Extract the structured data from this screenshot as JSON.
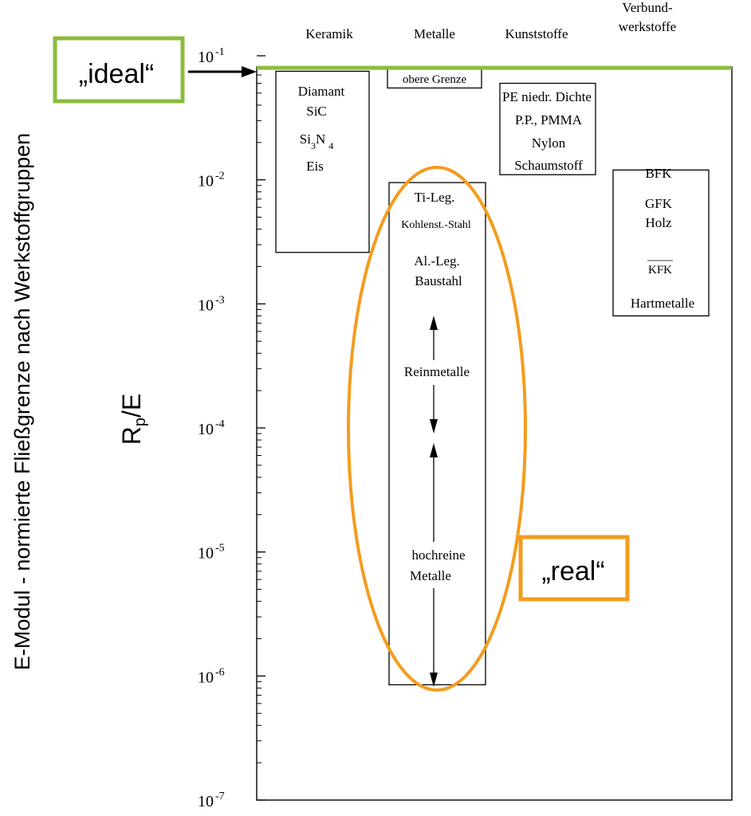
{
  "chart_data": {
    "type": "range-bar",
    "yscale": "log",
    "ylim": [
      1e-07,
      0.1
    ],
    "yticks": [
      {
        "value": 0.1,
        "base": "10",
        "exp": "-1"
      },
      {
        "value": 0.01,
        "base": "10",
        "exp": "-2"
      },
      {
        "value": 0.001,
        "base": "10",
        "exp": "-3"
      },
      {
        "value": 0.0001,
        "base": "10",
        "exp": "-4"
      },
      {
        "value": 1e-05,
        "base": "10",
        "exp": "-5"
      },
      {
        "value": 1e-06,
        "base": "10",
        "exp": "-6"
      },
      {
        "value": 1e-07,
        "base": "10",
        "exp": "-7"
      }
    ],
    "ylabel": {
      "main": "R",
      "sub": "p",
      "suffix": "/E"
    },
    "yaxis_title": "E-Modul - normierte Fließgrenze nach Werkstoffgruppen",
    "categories": [
      {
        "label": "Keramik"
      },
      {
        "label": "Metalle"
      },
      {
        "label": "Kunststoffe"
      },
      {
        "label_line1": "Verbund-",
        "label_line2": "werkstoffe"
      }
    ],
    "ranges": [
      {
        "group": "Keramik",
        "low": 0.0026,
        "high": 0.075,
        "labels": [
          "Diamant",
          "SiC",
          "Eis"
        ],
        "formula": {
          "a": "Si",
          "a_sub": "3",
          "b": "N",
          "b_sub": "4"
        }
      },
      {
        "group": "Metalle",
        "low": 0.055,
        "high": 0.08,
        "labels": [
          "obere Grenze"
        ]
      },
      {
        "group": "Metalle",
        "low": 8.5e-07,
        "high": 0.0095,
        "labels": [
          "Ti-Leg.",
          "Kohlenst.-Stahl",
          "Al.-Leg.",
          "Baustahl",
          "Reinmetalle",
          "hochreine",
          "Metalle"
        ]
      },
      {
        "group": "Kunststoffe",
        "low": 0.011,
        "high": 0.06,
        "labels": [
          "PE niedr. Dichte",
          "P.P., PMMA",
          "Nylon",
          "Schaumstoff"
        ]
      },
      {
        "group": "Verbundwerkstoffe",
        "low": 0.0008,
        "high": 0.012,
        "labels": [
          "BFK",
          "GFK",
          "Holz",
          "KFK",
          "Hartmetalle"
        ]
      }
    ],
    "reference_line": {
      "value": 0.08,
      "color": "#8bbc3d"
    },
    "annotations": {
      "ideal": {
        "text": "„ideal“",
        "color": "#8bbc3d"
      },
      "real": {
        "text": "„real“",
        "color": "#f39c1e"
      }
    }
  }
}
